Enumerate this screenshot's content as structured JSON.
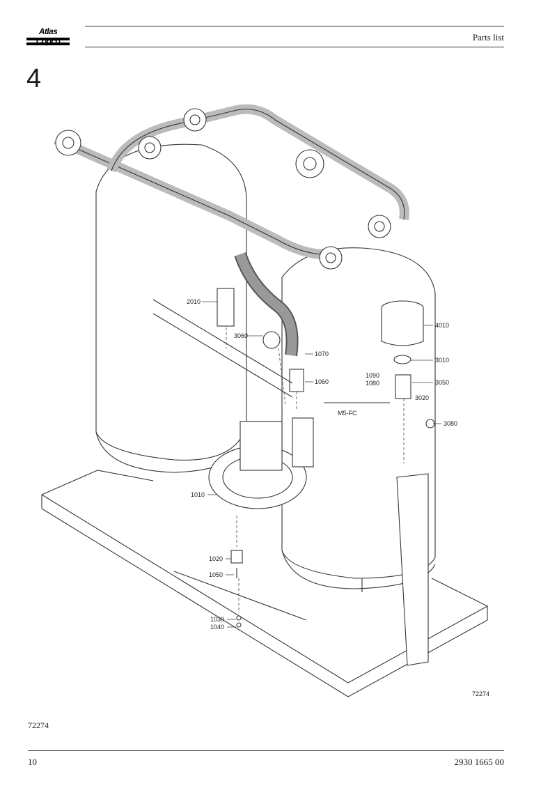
{
  "header": {
    "logo_text": "Atlas Copco",
    "section_title": "Parts list"
  },
  "chapter_number": "4",
  "figure": {
    "drawing_number": "72274",
    "callouts": {
      "c2010": "2010",
      "c3060": "3060",
      "c1070": "1070",
      "c1060": "1060",
      "c1090": "1090",
      "c1080": "1080",
      "cm5fc": "M5-FC",
      "c4010": "4010",
      "c3010": "3010",
      "c3050": "3050",
      "c3020": "3020",
      "c3080": "3080",
      "c1010": "1010",
      "c1020": "1020",
      "c1050": "1050",
      "c1030": "1030",
      "c1040": "1040"
    }
  },
  "figure_caption": "72274",
  "footer": {
    "page_number": "10",
    "document_number": "2930 1665 00"
  }
}
